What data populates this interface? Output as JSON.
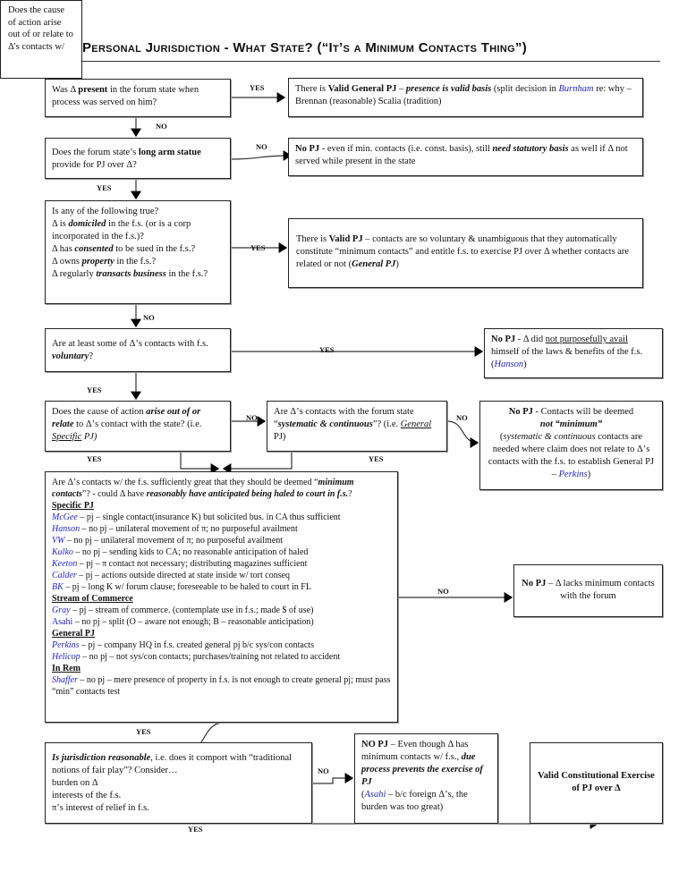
{
  "tooltip": {
    "text": "Does the cause of action arise out of or relate to Δ's contacts w/"
  },
  "title": "Personal Jurisdiction - What State? (“It’s a Minimum Contacts Thing”)",
  "labels": {
    "yes": "YES",
    "no": "NO"
  },
  "q1": {
    "pre": "Was Δ ",
    "bold": "present",
    "post": " in the forum state when process was served on him?"
  },
  "r1": {
    "pre": "There is ",
    "bold": "Valid General PJ",
    "mid": " – ",
    "bi": "presence is valid basis",
    "post": " (split decision in ",
    "case": "Burnham",
    "end": " re: why – Brennan (reasonable) Scalia (tradition)"
  },
  "q2": {
    "pre": "Does the forum state’s ",
    "bold": "long arm statue",
    "post": " provide for PJ over Δ?"
  },
  "r2": {
    "bold": "No PJ",
    "pre": " - even if min. contacts (i.e. const. basis), still ",
    "bi": "need statutory basis",
    "post": " as well if Δ not served while present in the state"
  },
  "q3": {
    "intro": "Is any of the following true?",
    "l1a": "Δ is ",
    "l1b": "domiciled",
    "l1c": " in the f.s. (or is a corp incorporated in the f.s.)?",
    "l2a": "Δ has ",
    "l2b": "consented",
    "l2c": " to be sued in the f.s.?",
    "l3a": "Δ owns ",
    "l3b": "property",
    "l3c": " in the f.s.?",
    "l4a": "Δ regularly ",
    "l4b": "transacts business",
    "l4c": " in the f.s.?"
  },
  "r3": {
    "pre": "There is ",
    "bold": "Valid  PJ",
    "post": " – contacts are so voluntary & unambiguous that they automatically constitute “minimum contacts” and entitle f.s. to exercise PJ over Δ whether contacts are related or not (",
    "bi": "General PJ",
    "end": ")"
  },
  "q4": {
    "pre": "Are at least some of Δ’s contacts with f.s. ",
    "bi": "voluntary",
    "post": "?"
  },
  "r4": {
    "bold": "No PJ",
    "pre": " - Δ did ",
    "u": "not purposefully avail ",
    "post": "himself of the laws & benefits of the f.s. (",
    "case": "Hanson",
    "end": ")"
  },
  "q5": {
    "pre": "Does the cause of action ",
    "bi": "arise out of or relate",
    "post": " to Δ’s contact with the state? (i.e. ",
    "u": "Specific",
    "end": " PJ)"
  },
  "q6": {
    "pre": "Are Δ’s contacts with the forum state “",
    "bi": "systematic & continuous",
    "post": "”? (i.e. ",
    "u": "General",
    "end": " PJ)"
  },
  "r6": {
    "bold": "No PJ",
    "pre": " - Contacts will be deemed ",
    "bi": "not “minimum”",
    "it": "systematic & continuous",
    "post": " contacts are needed where claim does not relate to Δ’s contacts with the f.s. to establish General PJ – ",
    "case": "Perkins"
  },
  "q7": {
    "pre": "Are Δ’s contacts w/ the f.s. sufficiently great that they should be deemed “",
    "bi1": "minimum contacts",
    "mid": "”? - could Δ have ",
    "bi2": "reasonably have anticipated being haled to court in f.s.",
    "post": "?",
    "sections": [
      {
        "heading": "Specific PJ",
        "cases": [
          {
            "name": "McGee",
            "text": " – pj – single contact(insurance K) but solicited bus. in CA thus sufficient"
          },
          {
            "name": "Hanson",
            "text": " – no pj – unilateral movement of π; no purposeful availment"
          },
          {
            "name": "VW",
            "text": " – no pj – unilateral movement of π; no purposeful availment"
          },
          {
            "name": "Kulko",
            "text": " – no pj – sending kids to CA; no reasonable anticipation of haled"
          },
          {
            "name": "Keeton",
            "text": " – pj – π contact not necessary; distributing magazines sufficient"
          },
          {
            "name": "Calder",
            "text": " – pj – actions outside directed at state inside w/ tort conseq"
          },
          {
            "name": "BK",
            "text": " – pj – long K w/ forum clause; foreseeable to be haled to court in FL"
          }
        ]
      },
      {
        "heading": "Stream of Commerce",
        "cases": [
          {
            "name": "Gray",
            "text": " – pj – stream of commerce. (contemplate use in f.s.; made $ of use)"
          },
          {
            "name": "Asahi",
            "text": " – no pj – split (O – aware not enough; B – reasonable anticipation)",
            "plain": true
          }
        ]
      },
      {
        "heading": "General PJ",
        "cases": [
          {
            "name": "Perkins",
            "text": " – pj – company HQ in f.s. created general pj b/c sys/con contacts"
          },
          {
            "name": "Helicop",
            "text": " – no pj – not sys/con contacts; purchases/training not related to accident"
          }
        ]
      },
      {
        "heading": "In Rem",
        "cases": [
          {
            "name": "Shaffer",
            "text": " – no pj – mere presence of property in f.s. is not enough to create general pj; must pass “min” contacts test"
          }
        ]
      }
    ]
  },
  "r7": {
    "bold": "No PJ",
    "post": " – Δ lacks minimum contacts with the forum"
  },
  "q8": {
    "bi": "Is jurisdiction reasonable",
    "post": ", i.e. does it comport with “traditional notions of fair play”? Consider…",
    "f1": "burden on Δ",
    "f2": "interests of the f.s.",
    "f3": "π’s interest of relief in f.s."
  },
  "r8": {
    "bold": "NO PJ",
    "pre": " – Even though Δ has minimum contacts w/ f.s., ",
    "bi": "due process prevents the exercise of PJ",
    "open": "(",
    "case": "Asahi",
    "post": " – b/c foreign Δ’s, the burden was too great)"
  },
  "final": {
    "text": "Valid Constitutional Exercise of PJ over Δ"
  }
}
